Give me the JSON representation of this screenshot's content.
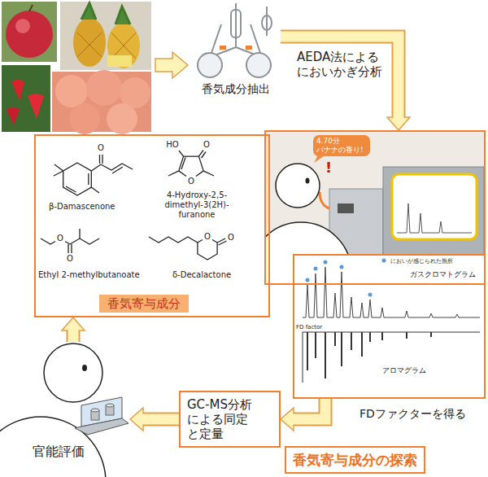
{
  "diagram": {
    "nodes": [
      {
        "text": [
          "香気成分抽出"
        ]
      },
      {
        "text": [
          "4.70分 バナナの香り!"
        ]
      },
      {
        "text": [
          "においが感じられた箇所",
          "ガスクロマトグラム",
          "FD factor",
          "アロマグラム",
          "FDファクターを得る"
        ]
      },
      {
        "text": [
          "GC-MS分析 による同定 と定量"
        ]
      },
      {
        "text": [
          "官能評価"
        ]
      },
      {
        "text": [
          "β-Damascenone",
          "4-Hydroxy-2,5-dimethyl-3(2H)-furanone",
          "Ethyl 2-methylbutanoate",
          "δ-Decalactone"
        ]
      },
      {
        "text": [
          "香気寄与成分"
        ],
        "in": 5
      },
      {
        "text": [
          "香気寄与成分の探索"
        ]
      }
    ],
    "edges": [
      {
        "from": 0,
        "to": 1,
        "arrow": "to",
        "label": "AEDA法による においかぎ分析"
      },
      {
        "from": 2,
        "to": 3,
        "arrow": "to"
      },
      {
        "from": 3,
        "to": 4,
        "arrow": "to"
      },
      {
        "from": 4,
        "to": 5,
        "arrow": "to"
      }
    ],
    "labels": [
      "!",
      "O",
      "HO",
      "O",
      "O",
      "O",
      "O",
      "O",
      "O"
    ]
  }
}
